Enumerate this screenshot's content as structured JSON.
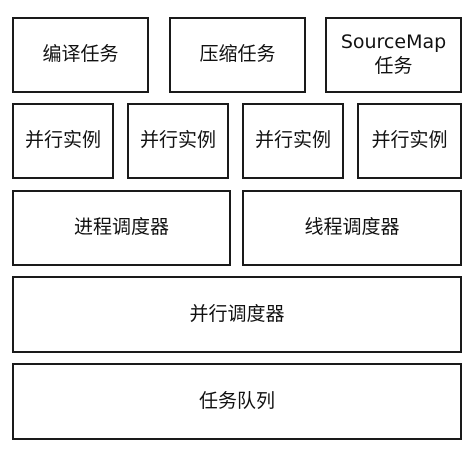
{
  "row1": {
    "encode_task": "编译任务",
    "compress_task": "压缩任务",
    "sourcemap_task_line1": "SourceMap",
    "sourcemap_task_line2": "任务"
  },
  "row2": {
    "parallel_instances": [
      "并行实例",
      "并行实例",
      "并行实例",
      "并行实例"
    ]
  },
  "row3": {
    "process_scheduler": "进程调度器",
    "thread_scheduler": "线程调度器"
  },
  "row4": {
    "parallel_scheduler": "并行调度器"
  },
  "row5": {
    "task_queue": "任务队列"
  }
}
